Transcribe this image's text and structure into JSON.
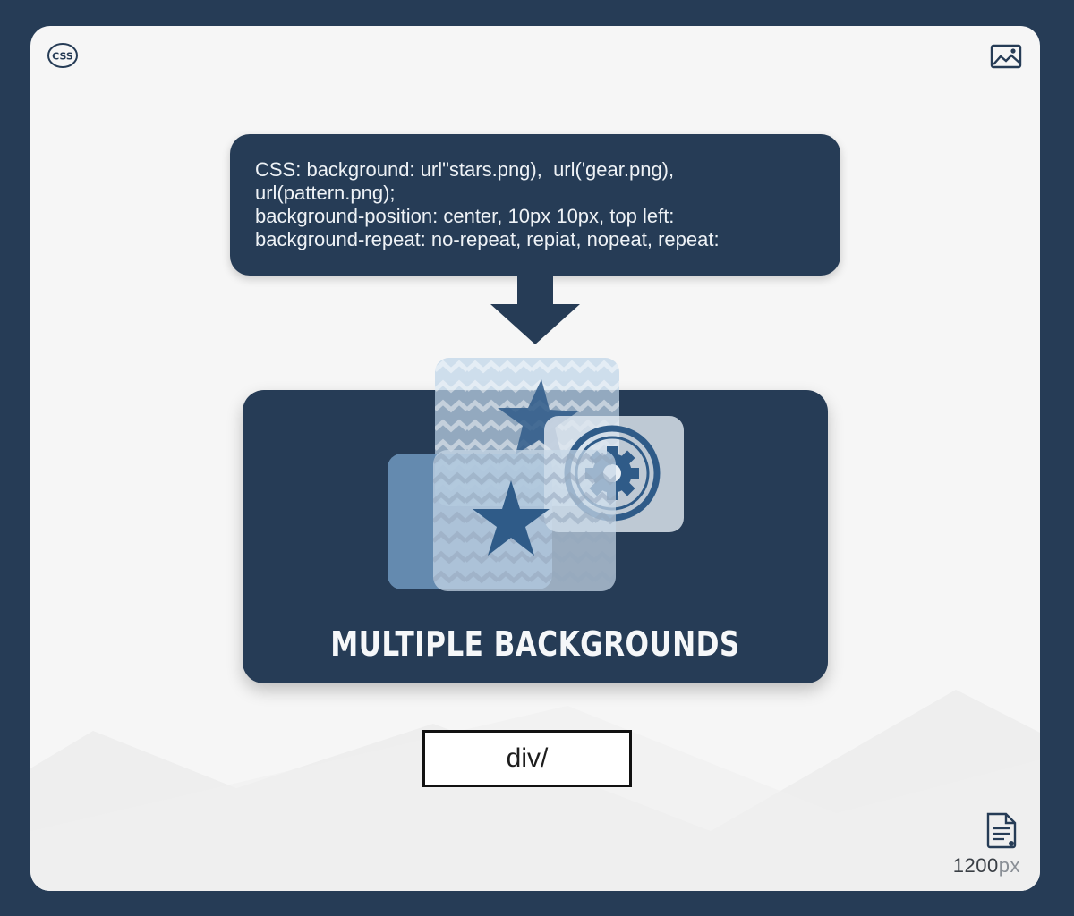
{
  "canvas": {
    "background": "#f6f6f6",
    "frame_color": "#263c56"
  },
  "icons": {
    "top_left": "css-badge-icon",
    "top_left_text": "CSS",
    "top_right": "image-icon",
    "bottom_right": "document-icon"
  },
  "code_box": {
    "lines": [
      "CSS: background: url\"stars.png),  url('gear.png),",
      "url(pattern.png);",
      "background-position: center, 10px 10px, top left:",
      "background-repeat: no-repeat, repiat, nopeat, repeat:"
    ]
  },
  "arrow": {
    "direction": "down",
    "icon": "arrow-down-icon"
  },
  "panel": {
    "title": "MULTIPLE BACKGROUNDS",
    "layers": [
      {
        "name": "pattern-layer-back",
        "content": "chevron pattern with star"
      },
      {
        "name": "gear-layer",
        "content": "gear icon"
      },
      {
        "name": "solid-blue-layer",
        "content": "plain blue"
      },
      {
        "name": "pattern-layer-front",
        "content": "chevron pattern with star"
      }
    ]
  },
  "element_label": {
    "text": "div/"
  },
  "footer": {
    "size_number": "1200",
    "size_unit": "px"
  },
  "colors": {
    "navy": "#263c56",
    "light_blue": "#c9dbea",
    "mid_blue": "#6b92b6",
    "star_blue": "#2f5b88",
    "text_light": "#eef2f6"
  }
}
